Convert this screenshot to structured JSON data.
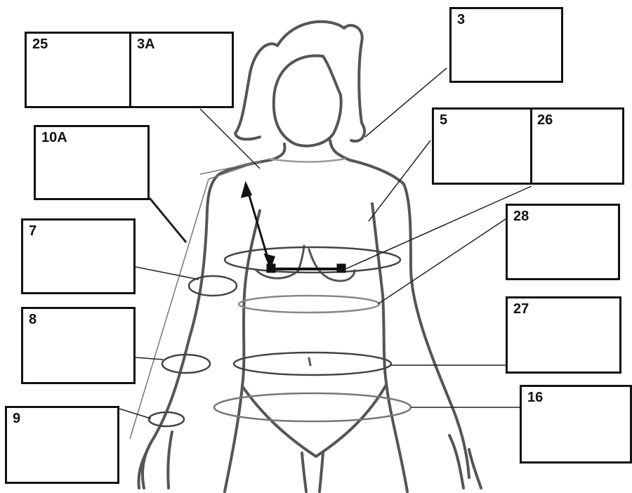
{
  "labels": {
    "l25": "25",
    "l3a": "3A",
    "l3": "3",
    "l10a": "10A",
    "l5": "5",
    "l26": "26",
    "l7": "7",
    "l28": "28",
    "l8": "8",
    "l27": "27",
    "l9": "9",
    "l16": "16"
  }
}
